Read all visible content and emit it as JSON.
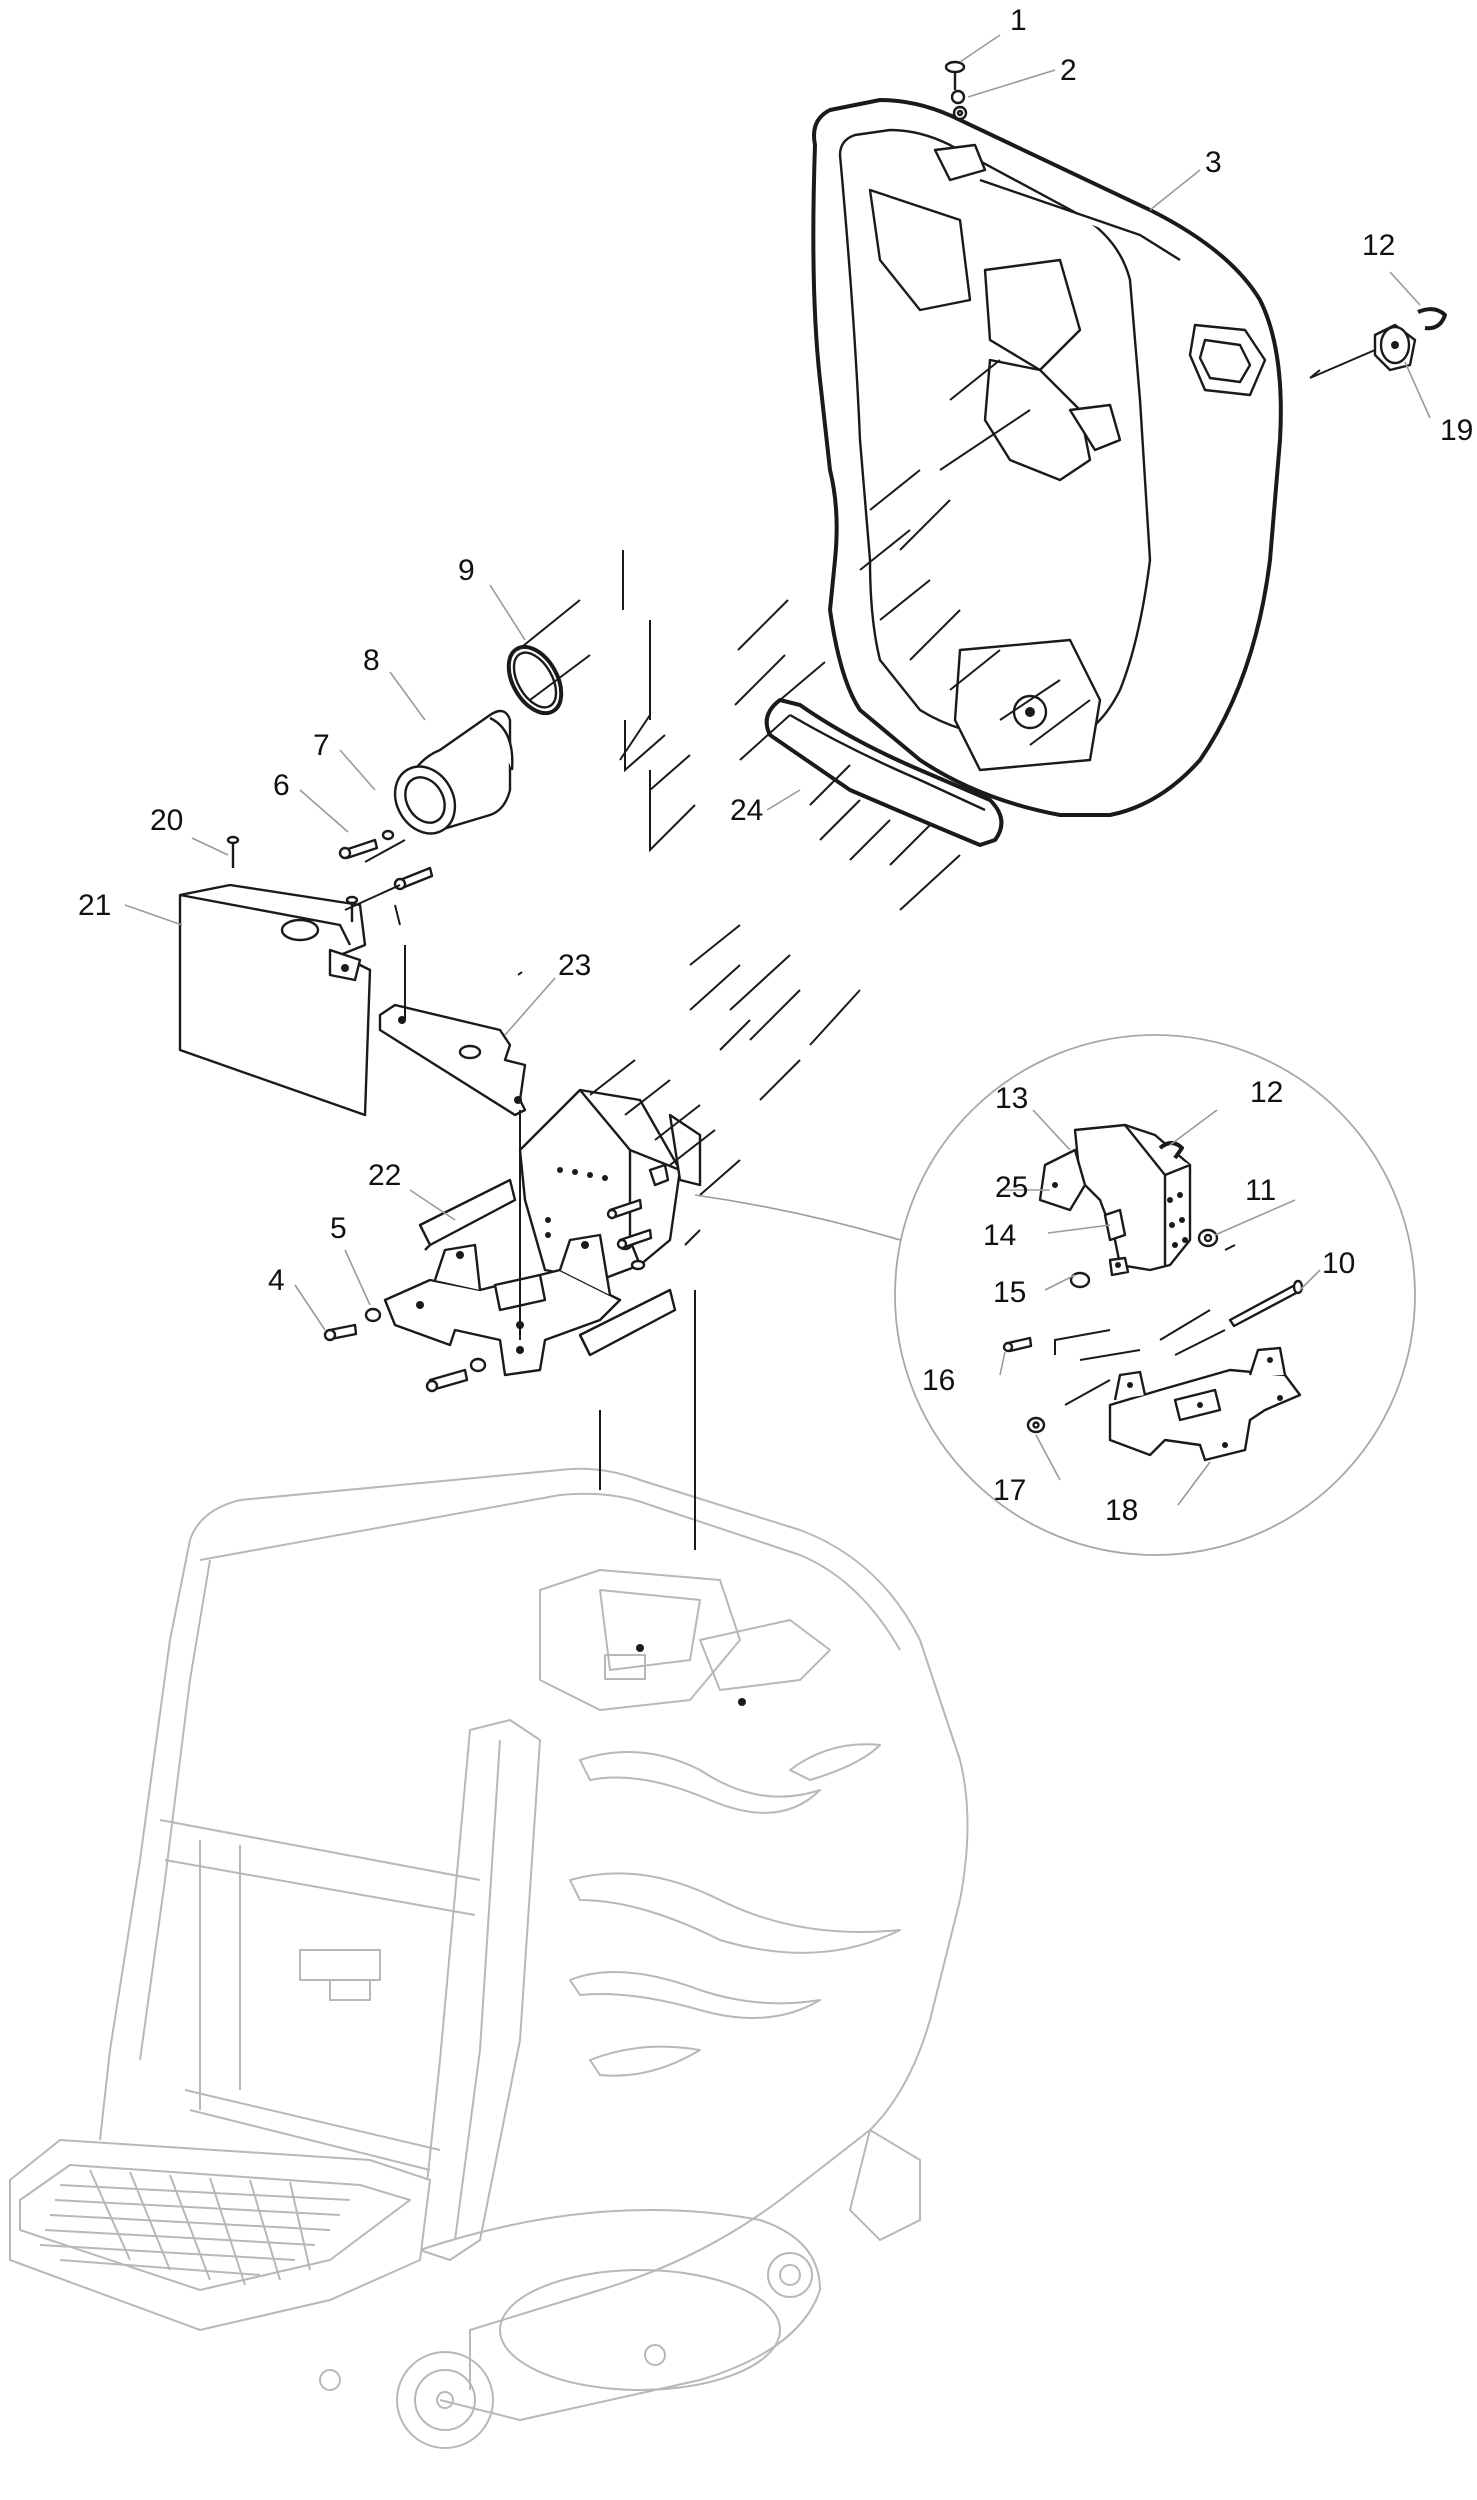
{
  "callouts": [
    {
      "id": "c1",
      "text": "1"
    },
    {
      "id": "c2",
      "text": "2"
    },
    {
      "id": "c3",
      "text": "3"
    },
    {
      "id": "c4",
      "text": "4"
    },
    {
      "id": "c5",
      "text": "5"
    },
    {
      "id": "c6",
      "text": "6"
    },
    {
      "id": "c7",
      "text": "7"
    },
    {
      "id": "c8",
      "text": "8"
    },
    {
      "id": "c9",
      "text": "9"
    },
    {
      "id": "c10",
      "text": "10"
    },
    {
      "id": "c11",
      "text": "11"
    },
    {
      "id": "c12a",
      "text": "12"
    },
    {
      "id": "c12b",
      "text": "12"
    },
    {
      "id": "c13",
      "text": "13"
    },
    {
      "id": "c14",
      "text": "14"
    },
    {
      "id": "c15",
      "text": "15"
    },
    {
      "id": "c16",
      "text": "16"
    },
    {
      "id": "c17",
      "text": "17"
    },
    {
      "id": "c18",
      "text": "18"
    },
    {
      "id": "c19",
      "text": "19"
    },
    {
      "id": "c20",
      "text": "20"
    },
    {
      "id": "c21",
      "text": "21"
    },
    {
      "id": "c22",
      "text": "22"
    },
    {
      "id": "c23",
      "text": "23"
    },
    {
      "id": "c24",
      "text": "24"
    },
    {
      "id": "c25",
      "text": "25"
    }
  ]
}
